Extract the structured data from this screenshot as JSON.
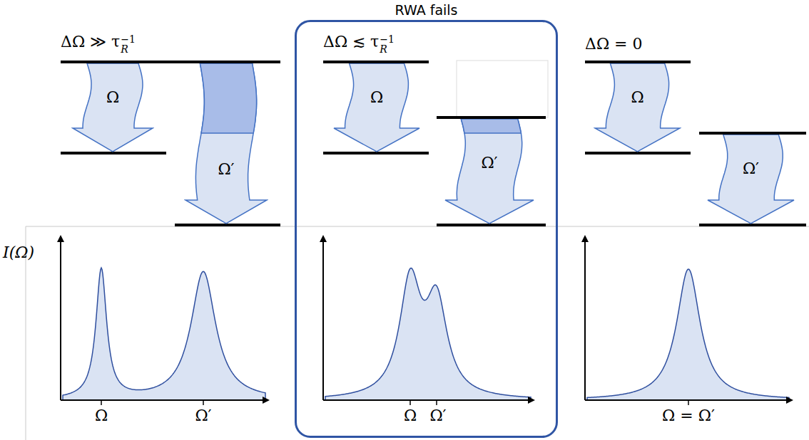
{
  "diagram": {
    "nodes": [
      {
        "text": [
          "Ω"
        ]
      },
      {
        "text": [
          "Ω′"
        ]
      },
      {
        "text": [
          "RWA fails"
        ]
      },
      {
        "text": [
          "Ω"
        ],
        "in": 2
      },
      {
        "text": [
          "Ω′"
        ],
        "in": 2
      },
      {
        "text": [
          "Ω"
        ]
      },
      {
        "text": [
          "Ω′"
        ]
      }
    ],
    "edges": [],
    "labels": [
      "ΔΩ ≫ τ",
      "R",
      "−1",
      "ΔΩ ≲ τ",
      "R",
      "−1",
      "ΔΩ = 0",
      "I(Ω)",
      "Ω",
      "Ω′",
      "Ω",
      "Ω′",
      "Ω = Ω′"
    ]
  }
}
